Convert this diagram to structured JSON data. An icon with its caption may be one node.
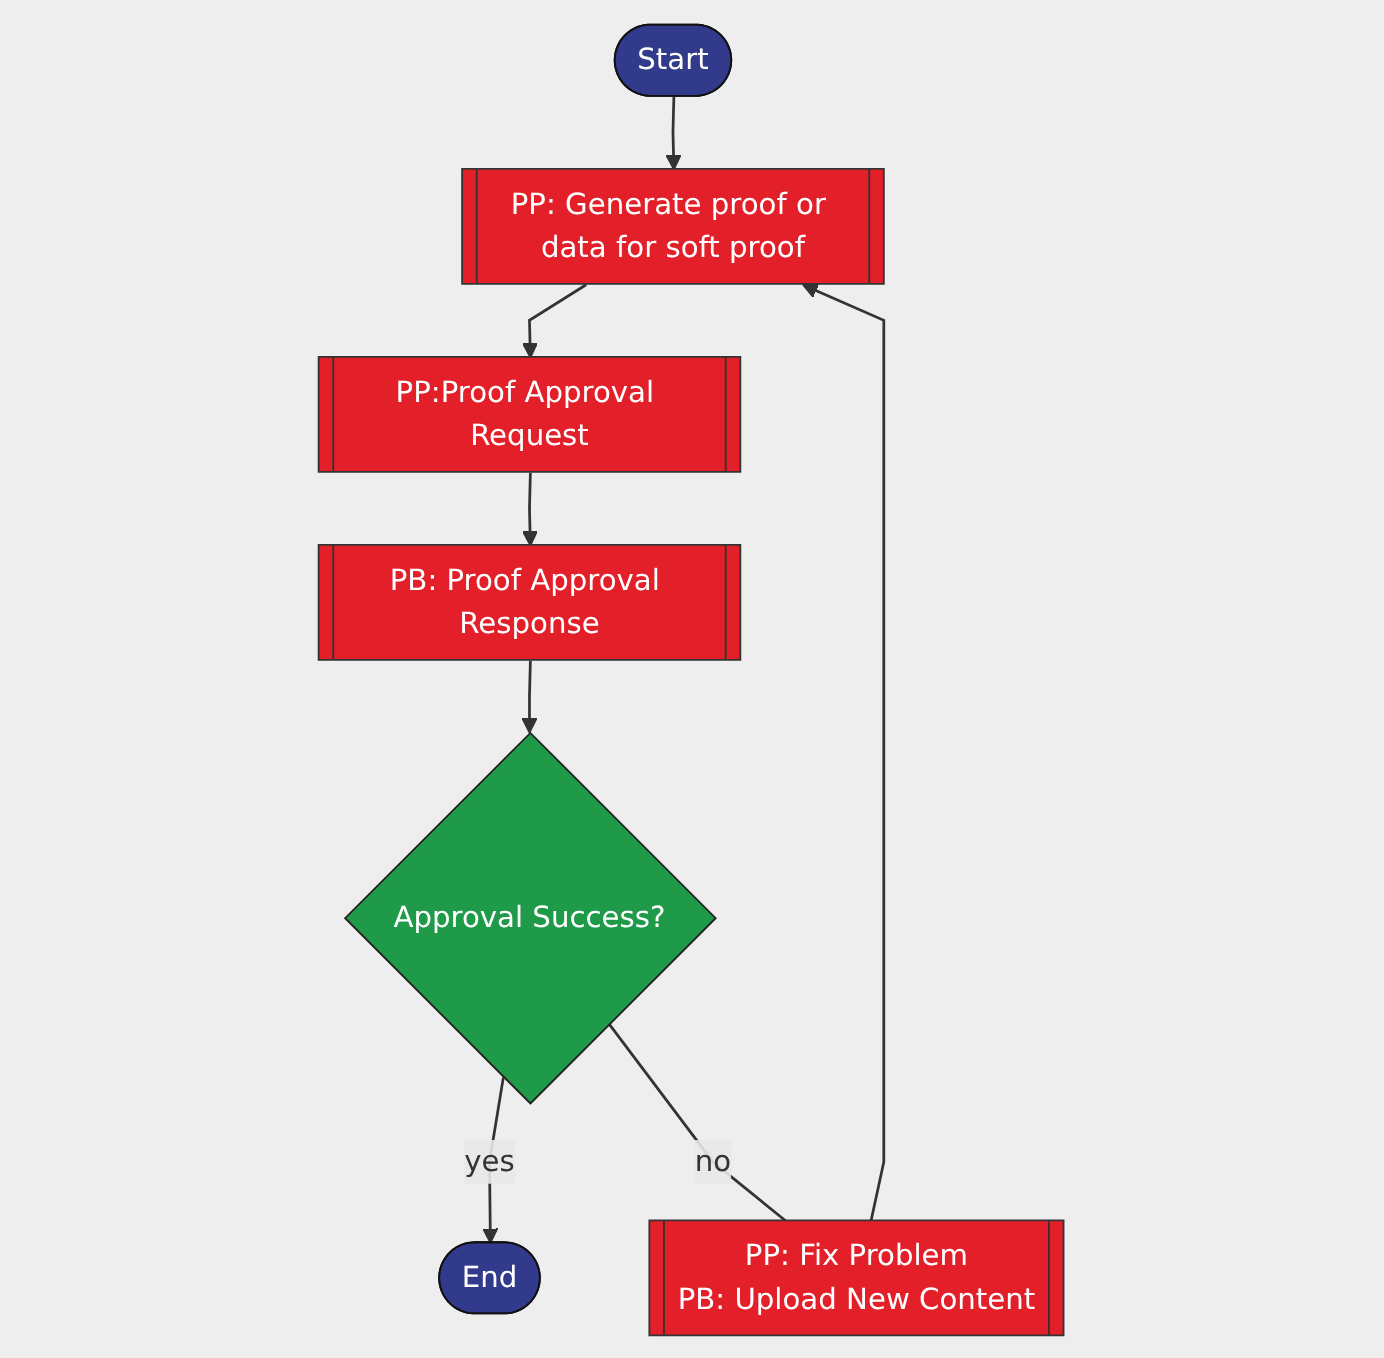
{
  "diagram": {
    "nodes": [
      {
        "text": [
          "Start"
        ]
      },
      {
        "text": [
          "PP: Generate proof or data for soft proof"
        ]
      },
      {
        "text": [
          "PP:Proof Approval Request"
        ]
      },
      {
        "text": [
          "PB: Proof Approval Response"
        ]
      },
      {
        "text": [
          "Approval Success?"
        ]
      },
      {
        "text": [
          "End"
        ]
      },
      {
        "text": [
          "PP: Fix Problem",
          "PB: Upload New Content"
        ]
      }
    ],
    "edges": [
      {
        "from": 0,
        "to": 1,
        "arrow": "to"
      },
      {
        "from": 1,
        "to": 2,
        "arrow": "to"
      },
      {
        "from": 2,
        "to": 3,
        "arrow": "to"
      },
      {
        "from": 3,
        "to": 4,
        "arrow": "to"
      },
      {
        "from": 4,
        "to": 5,
        "arrow": "to",
        "label": "yes"
      },
      {
        "from": 4,
        "to": 6,
        "arrow": "none",
        "label": "no"
      },
      {
        "from": 6,
        "to": 1,
        "arrow": "to"
      }
    ]
  }
}
